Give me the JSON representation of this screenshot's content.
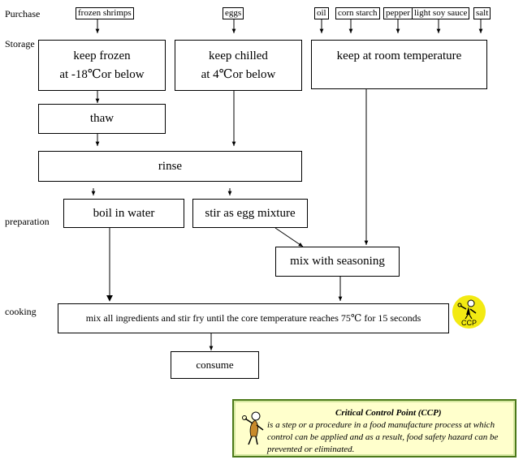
{
  "stages": {
    "purchase": "Purchase",
    "storage": "Storage",
    "preparation": "preparation",
    "cooking": "cooking"
  },
  "ingredients": {
    "shrimps": "frozen shrimps",
    "eggs": "eggs",
    "oil": "oil",
    "corn_starch": "corn starch",
    "pepper": "pepper",
    "soy_sauce": "light soy sauce",
    "salt": "salt"
  },
  "steps": {
    "keep_frozen_line1": "keep frozen",
    "keep_frozen_line2": "at -18℃or below",
    "keep_chilled_line1": "keep chilled",
    "keep_chilled_line2": "at 4℃or below",
    "room_temp": "keep at room temperature",
    "thaw": "thaw",
    "rinse": "rinse",
    "boil": "boil in water",
    "stir_egg": "stir as egg mixture",
    "mix_seasoning": "mix with seasoning",
    "stir_fry": "mix all ingredients and stir fry until the core temperature reaches 75℃ for 15 seconds",
    "consume": "consume"
  },
  "ccp": {
    "badge_label": "CCP",
    "badge_color": "#f3ea12",
    "legend_title": "Critical Control Point (CCP)",
    "legend_text": "is a step or a procedure in a food manufacture process at which control can be applied and as a result, food safety hazard can be prevented or eliminated.",
    "legend_bg": "#ffffcc",
    "legend_border": "#4d7a1a"
  }
}
